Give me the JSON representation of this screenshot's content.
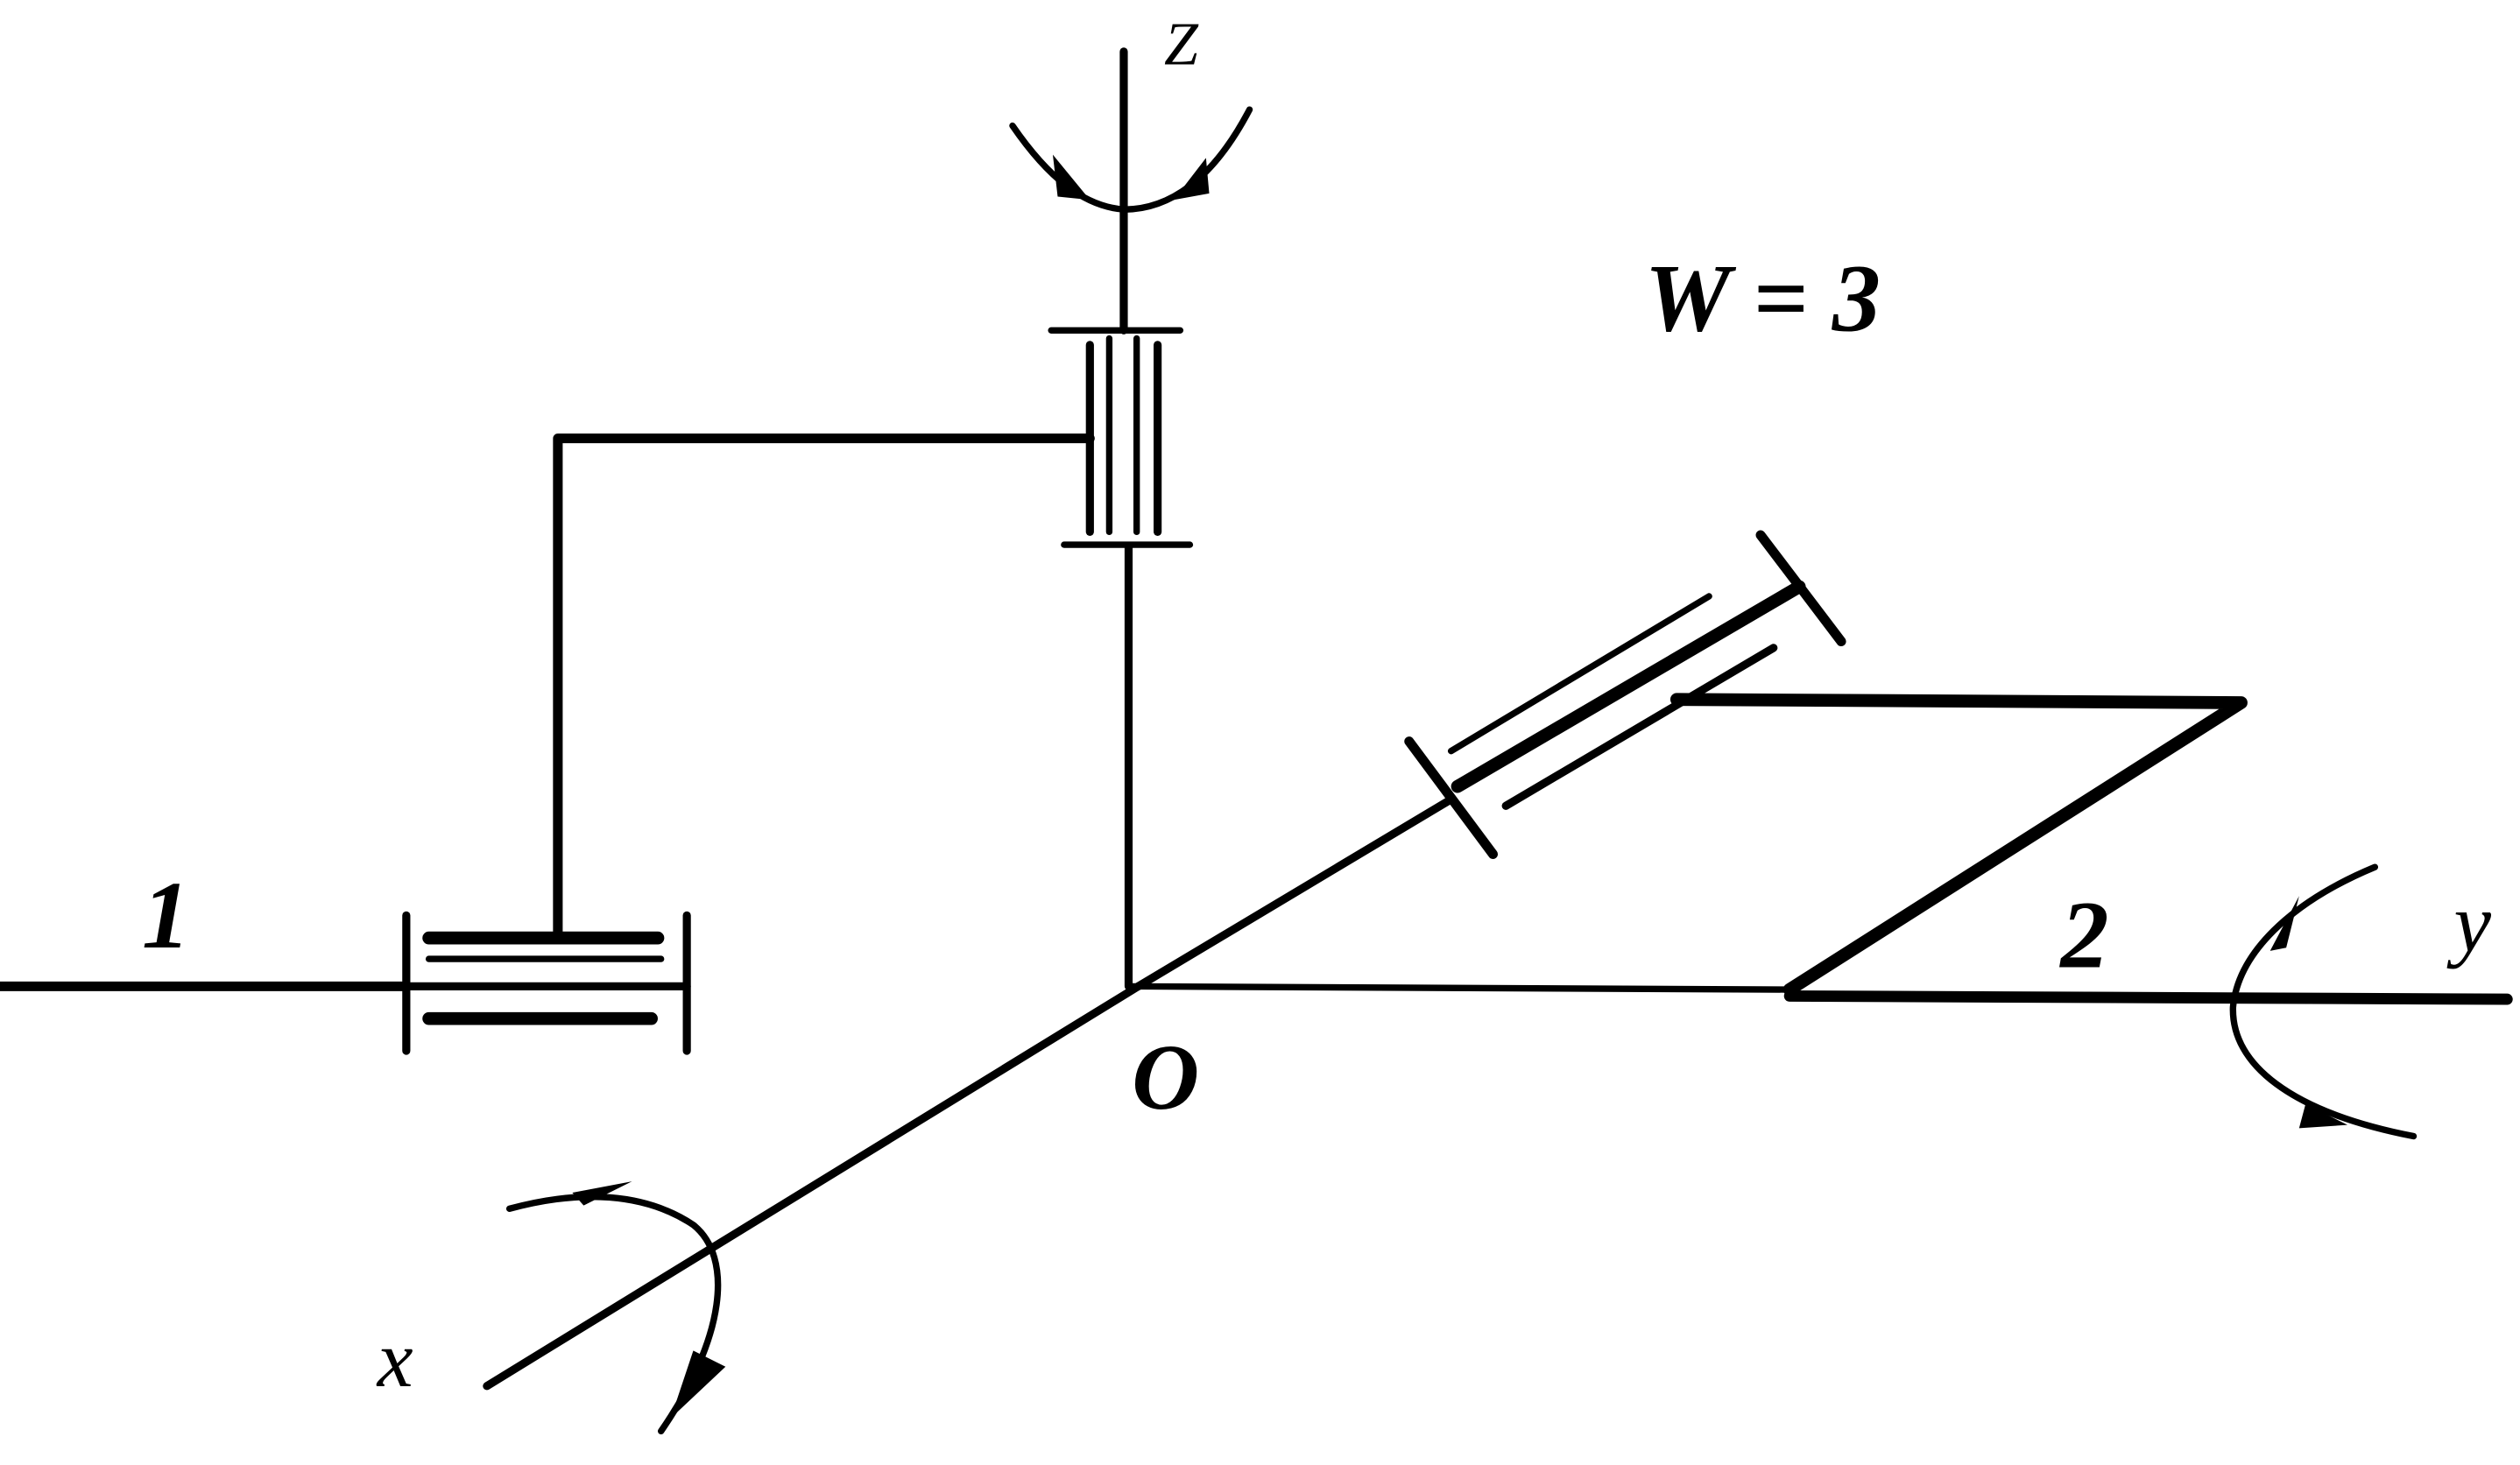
{
  "diagram": {
    "axes": {
      "z": "Z",
      "x": "x",
      "y": "y",
      "origin": "O"
    },
    "links": {
      "link_1": "1",
      "link_2": "2"
    },
    "dof_formula": "W = 3"
  }
}
